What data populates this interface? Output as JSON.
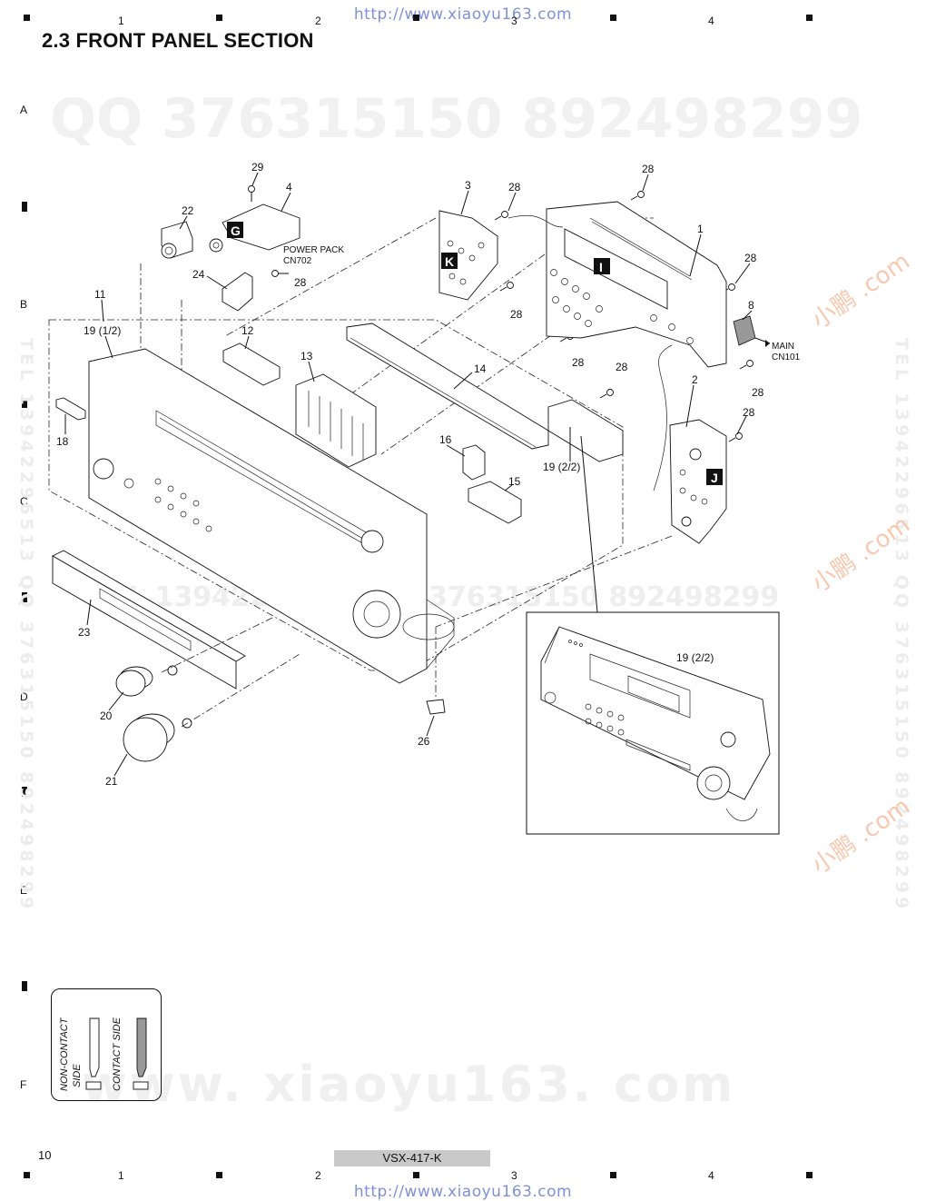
{
  "header": {
    "watermark_url": "http://www.xiaoyu163.com",
    "title": "2.3  FRONT PANEL SECTION"
  },
  "grid": {
    "columns": [
      "1",
      "2",
      "3",
      "4"
    ],
    "rows": [
      "A",
      "B",
      "C",
      "D",
      "E",
      "F"
    ]
  },
  "watermarks": {
    "top_line": "QQ 376315150    892498299",
    "mid_line": "TEL 13942296513  QQ 376315150  892498299",
    "bottom_line": "www. xiaoyu163. com",
    "side_left": "TEL 13942296513  QQ 376315150  892498299",
    "side_right": "TEL 13942296513  QQ 376315150  892498299",
    "diag": "小鹏\n.com"
  },
  "callouts": {
    "p1": "1",
    "p2": "2",
    "p3": "3",
    "p4": "4",
    "p8": "8",
    "p11": "11",
    "p12": "12",
    "p13": "13",
    "p14": "14",
    "p15": "15",
    "p16": "16",
    "p18": "18",
    "p19a": "19 (1/2)",
    "p19b": "19 (2/2)",
    "p19c": "19 (2/2)",
    "p20": "20",
    "p21": "21",
    "p22": "22",
    "p23": "23",
    "p24": "24",
    "p26": "26",
    "p28": "28",
    "p29": "29"
  },
  "connectors": {
    "power_pack_1": "POWER PACK",
    "power_pack_2": "CN702",
    "main_1": "MAIN",
    "main_2": "CN101"
  },
  "badges": {
    "g": "G",
    "k": "K",
    "i": "I",
    "j": "J"
  },
  "legend": {
    "non_contact_1": "NON-CONTACT",
    "non_contact_2": "SIDE",
    "contact": "CONTACT SIDE"
  },
  "footer": {
    "page_number": "10",
    "model": "VSX-417-K",
    "watermark_url": "http://www.xiaoyu163.com"
  }
}
